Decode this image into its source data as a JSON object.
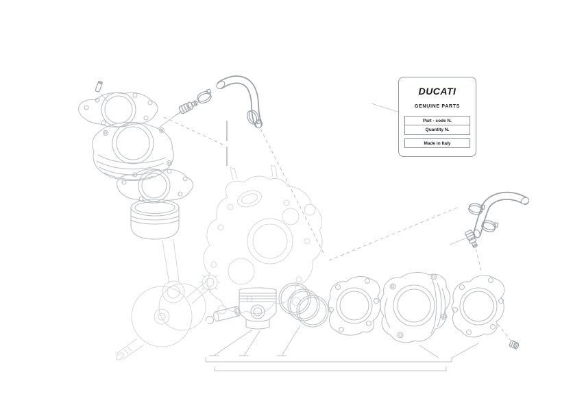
{
  "label_box": {
    "brand": "DUCATI",
    "subtitle": "GENUINE PARTS",
    "rows": [
      "Part - code N.",
      "Quantity N.",
      "Made in Italy"
    ]
  },
  "parts": [
    "dowel-pin",
    "head-gasket-left",
    "cylinder-left",
    "base-gasket-left",
    "piston-left",
    "connecting-rod",
    "crankshaft",
    "crankcase-half",
    "coolant-hose-front",
    "hose-clamp",
    "hose-union",
    "coolant-hose-rear",
    "circlip",
    "gudgeon-pin",
    "piston-front",
    "piston-rings",
    "base-gasket-right",
    "cylinder-right",
    "head-gasket-right",
    "screw-plug"
  ],
  "colors": {
    "line": "#bcc0c3",
    "line_dark": "#9aa0a4",
    "line_light": "#d4d7d9",
    "label_border": "#8e9397",
    "text": "#1c1c1c",
    "background": "#ffffff"
  }
}
